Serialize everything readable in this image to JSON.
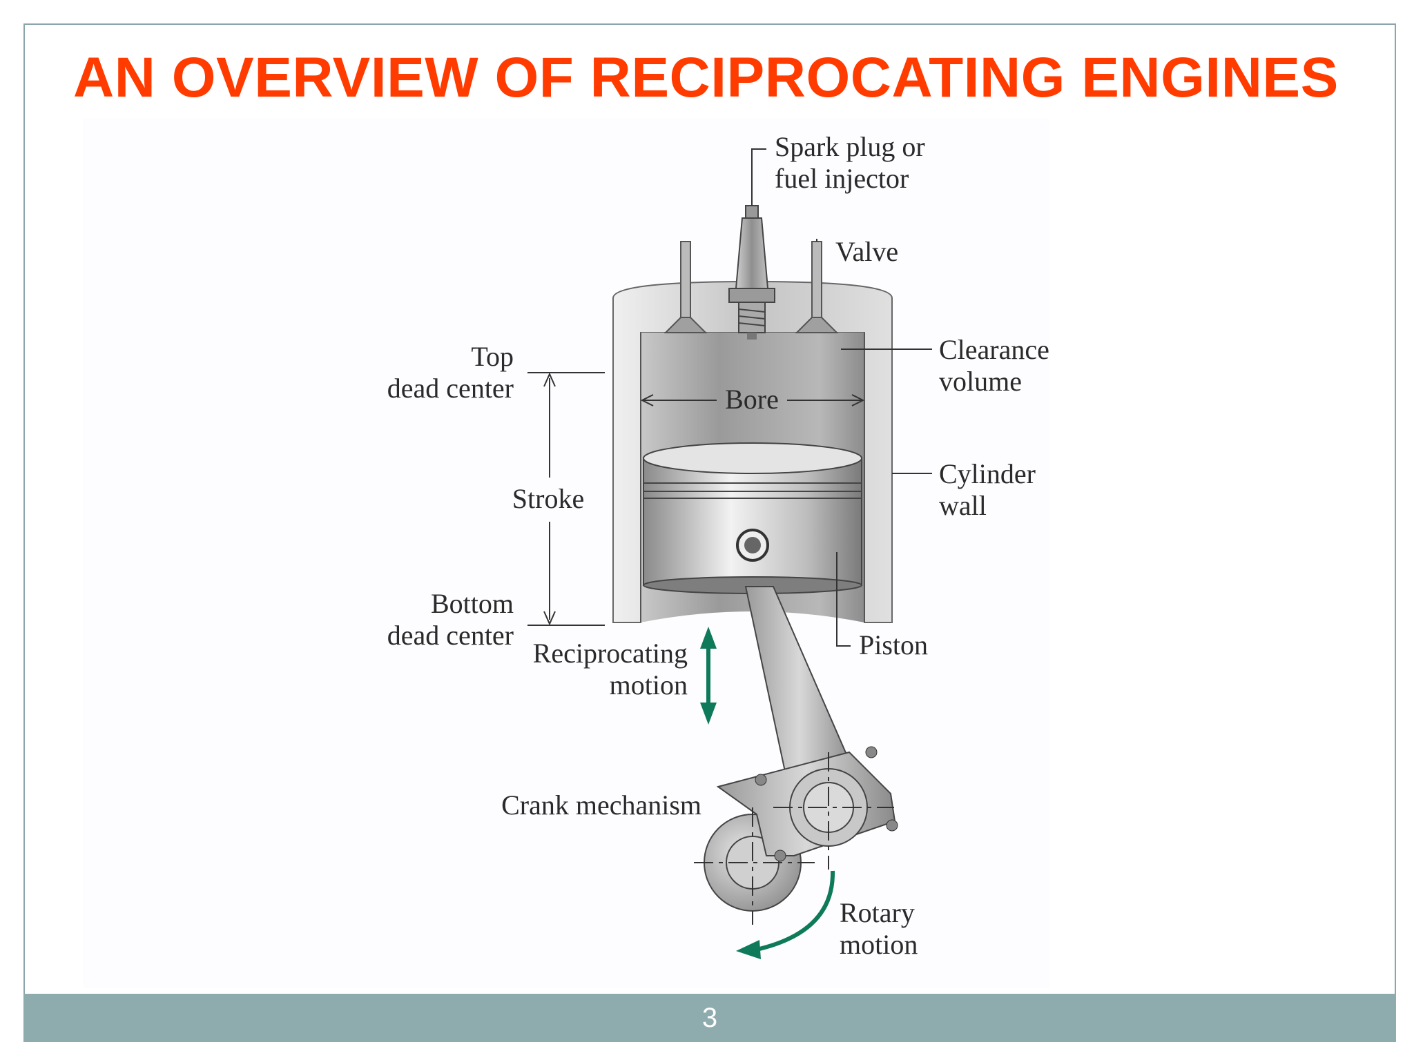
{
  "slide": {
    "title": "AN OVERVIEW OF RECIPROCATING ENGINES",
    "page_number": "3"
  },
  "colors": {
    "title": "#ff3b00",
    "footer_bar": "#8eacad",
    "arrow_green": "#0e7a5a"
  },
  "labels": {
    "spark_plug": [
      "Spark plug or",
      "fuel injector"
    ],
    "valve": "Valve",
    "top_dead_center": [
      "Top",
      "dead center"
    ],
    "clearance_volume": [
      "Clearance",
      "volume"
    ],
    "bore": "Bore",
    "cylinder_wall": [
      "Cylinder",
      "wall"
    ],
    "stroke": "Stroke",
    "bottom_dead_center": [
      "Bottom",
      "dead center"
    ],
    "reciprocating_motion": [
      "Reciprocating",
      "motion"
    ],
    "piston": "Piston",
    "crank_mechanism": "Crank mechanism",
    "rotary_motion": [
      "Rotary",
      "motion"
    ]
  }
}
